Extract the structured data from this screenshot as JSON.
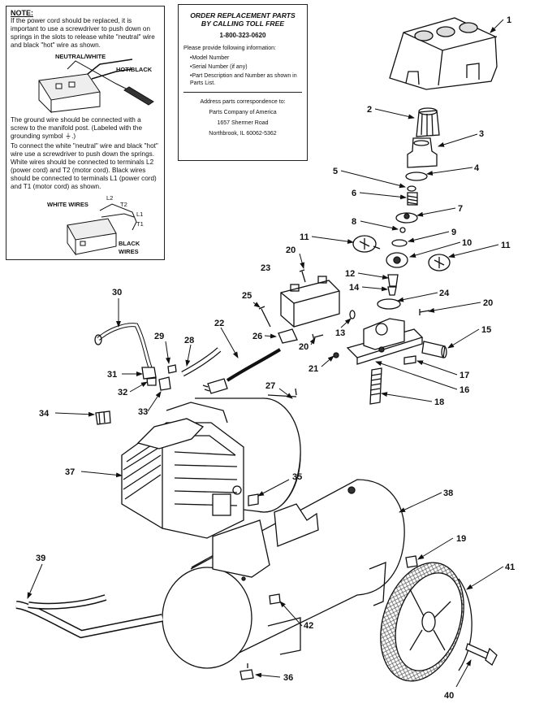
{
  "note": {
    "title": "NOTE:",
    "p1": "If the power cord should be replaced, it is important to use a screwdriver to push down on springs in the slots to release white \"neutral\" wire and black \"hot\" wire as shown.",
    "label_neutral": "NEUTRAL/WHITE",
    "label_hot": "HOT/BLACK",
    "p2": "The ground wire should be connected with a screw to the manifold post. (Labeled with the grounding symbol ⏚.)",
    "p3": "To connect the white \"neutral\" wire and black \"hot\" wire use a screwdriver to push down the springs. White wires should be connected to terminals L2 (power cord) and T2 (motor cord). Black wires should be connected to terminals L1 (power cord) and T1 (motor cord) as shown.",
    "label_white_wires": "WHITE WIRES",
    "label_l2": "L2",
    "label_t2": "T2",
    "label_l1": "L1",
    "label_t1": "T1",
    "label_black_wires": "BLACK WIRES"
  },
  "order": {
    "heading_line1": "ORDER REPLACEMENT PARTS",
    "heading_line2": "BY CALLING TOLL FREE",
    "phone": "1-800-323-0620",
    "intro": "Please provide following information:",
    "items": [
      "Model Number",
      "Serial Number (if any)",
      "Part Description and Number as shown in Parts List."
    ],
    "address_intro": "Address parts correspondence to:",
    "address_line1": "Parts Company of America",
    "address_line2": "1657 Shermer Road",
    "address_line3": "Northbrook, IL 60062-5362"
  },
  "callouts": {
    "c1": "1",
    "c2": "2",
    "c3": "3",
    "c4": "4",
    "c5": "5",
    "c6": "6",
    "c7": "7",
    "c8": "8",
    "c9": "9",
    "c10": "10",
    "c11a": "11",
    "c11b": "11",
    "c12": "12",
    "c13": "13",
    "c14": "14",
    "c15": "15",
    "c16": "16",
    "c17": "17",
    "c18": "18",
    "c19": "19",
    "c20a": "20",
    "c20b": "20",
    "c20c": "20",
    "c21": "21",
    "c22": "22",
    "c23": "23",
    "c24": "24",
    "c25": "25",
    "c26": "26",
    "c27": "27",
    "c28": "28",
    "c29": "29",
    "c30": "30",
    "c31": "31",
    "c32": "32",
    "c33": "33",
    "c34": "34",
    "c35": "35",
    "c36": "36",
    "c37": "37",
    "c38": "38",
    "c39": "39",
    "c40": "40",
    "c41": "41",
    "c42": "42"
  }
}
